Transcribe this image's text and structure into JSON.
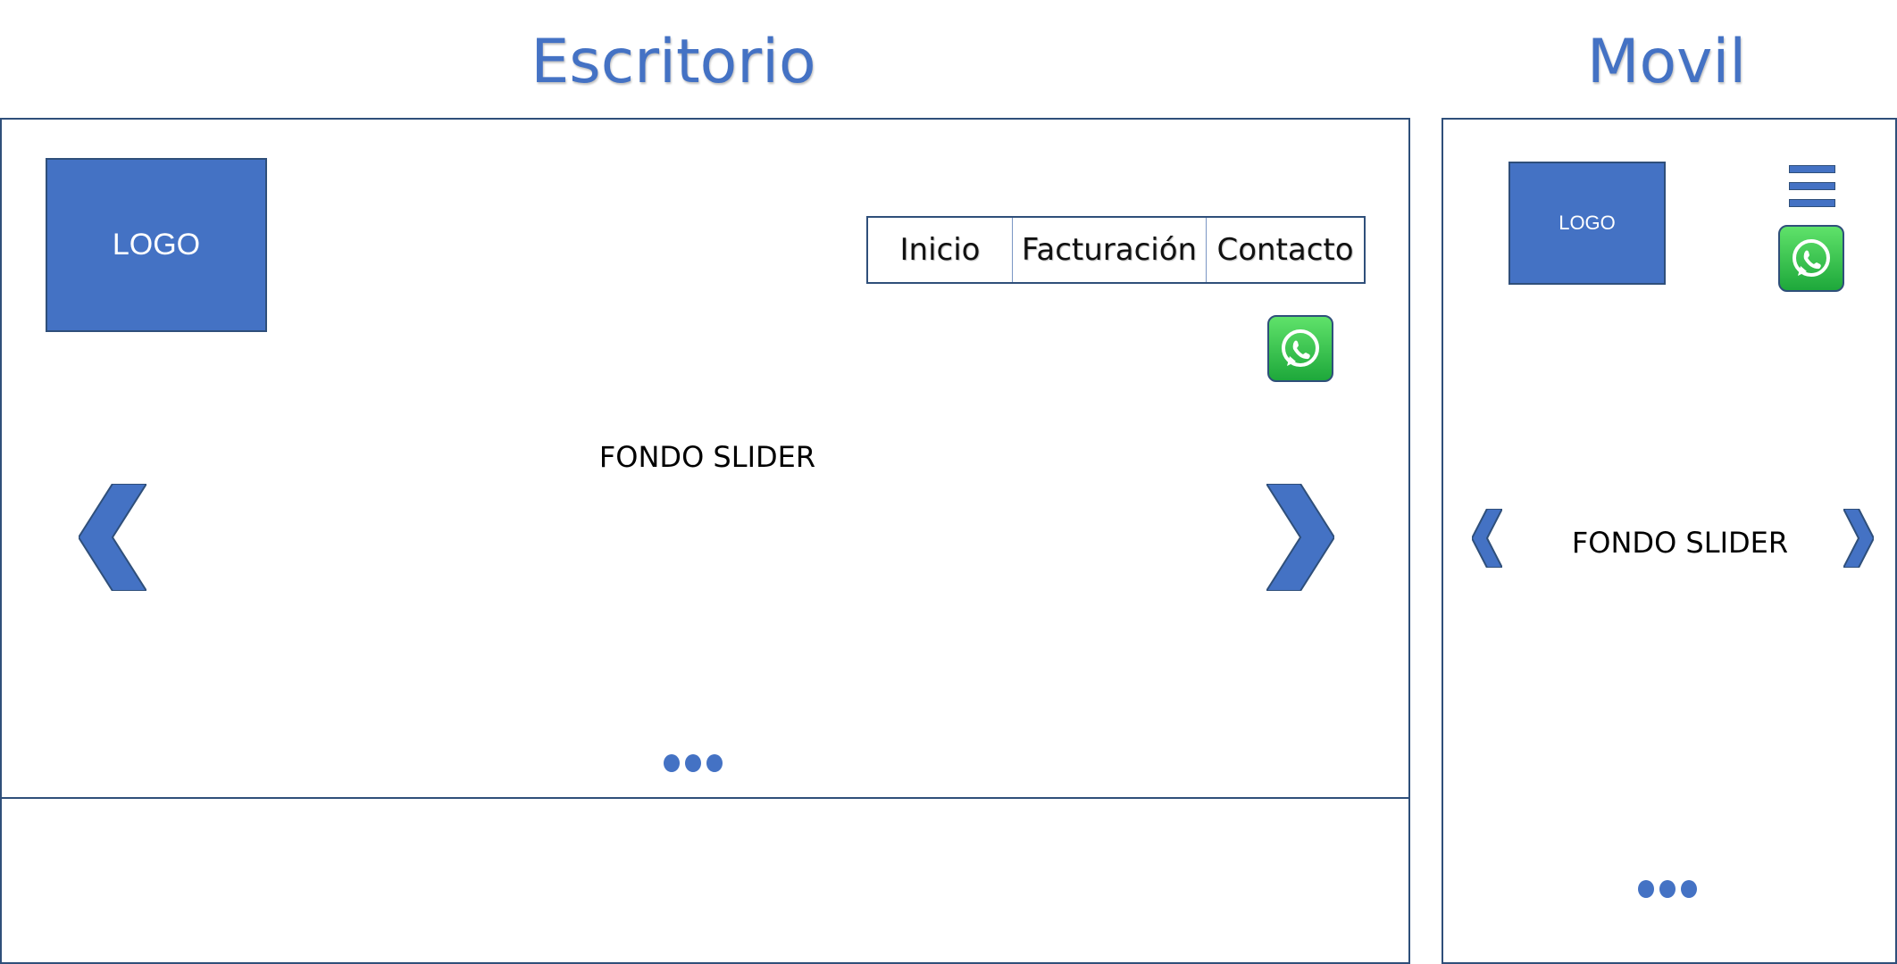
{
  "desktop": {
    "title": "Escritorio",
    "logo_label": "LOGO",
    "menu": [
      {
        "label": "Inicio"
      },
      {
        "label": "Facturación"
      },
      {
        "label": "Contacto"
      }
    ],
    "slider_label": "FONDO SLIDER",
    "whatsapp_icon": "whatsapp-icon",
    "prev_icon": "chevron-left-icon",
    "next_icon": "chevron-right-icon",
    "pagination_dots": 3
  },
  "mobile": {
    "title": "Movil",
    "logo_label": "LOGO",
    "menu_icon": "hamburger-menu-icon",
    "whatsapp_icon": "whatsapp-icon",
    "slider_label": "FONDO SLIDER",
    "pagination_dots": 3
  },
  "colors": {
    "accent": "#4472c4",
    "border": "#2f4f7a",
    "whatsapp": "#25d366"
  }
}
